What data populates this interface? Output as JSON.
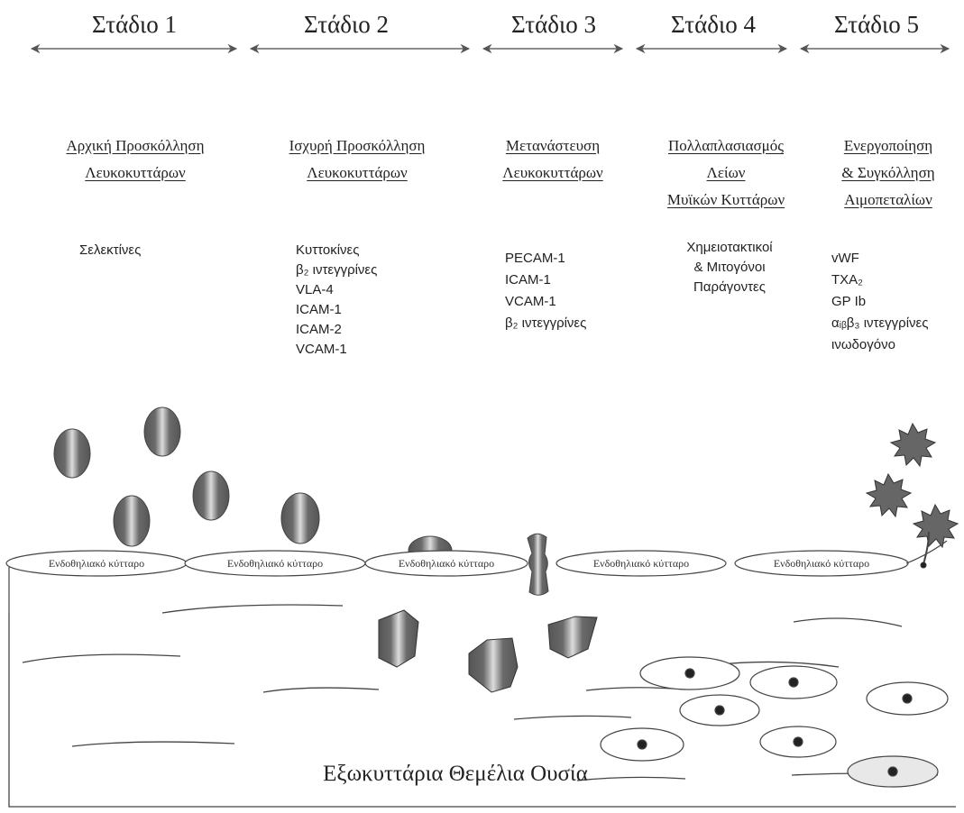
{
  "stages": [
    {
      "title": "Στάδιο 1",
      "process": [
        "Αρχική Προσκόλληση",
        "Λευκοκυττάρων"
      ],
      "molecules": [
        "Σελεκτίνες"
      ]
    },
    {
      "title": "Στάδιο 2",
      "process": [
        "Ισχυρή Προσκόλληση",
        "Λευκοκυττάρων"
      ],
      "molecules": [
        "Κυττοκίνες",
        "β₂ ιντεγγρίνες",
        "VLA-4",
        "ICAM-1",
        "ICAM-2",
        "VCAM-1"
      ]
    },
    {
      "title": "Στάδιο 3",
      "process": [
        "Μετανάστευση",
        "Λευκοκυττάρων"
      ],
      "molecules": [
        "PECAM-1",
        "ICAM-1",
        "VCAM-1",
        "β₂ ιντεγγρίνες"
      ]
    },
    {
      "title": "Στάδιο 4",
      "process": [
        "Πολλαπλασιασμός",
        "Λείων",
        "Μυϊκών Κυττάρων"
      ],
      "molecules": [
        "Χημειοτακτικοί",
        "& Μιτογόνοι",
        "Παράγοντες"
      ]
    },
    {
      "title": "Στάδιο 5",
      "process": [
        "Ενεργοποίηση",
        "& Συγκόλληση",
        "Αιμοπεταλίων"
      ],
      "molecules": [
        "vWF",
        "TXA₂",
        "GP Ib",
        "αᵢᵦβ₃ ιντεγγρίνες",
        "ινωδογόνο"
      ]
    }
  ],
  "endothelial_label": "Ενδοθηλιακό κύτταρο",
  "matrix_label": "Εξωκυττάρια Θεμέλια Ουσία"
}
